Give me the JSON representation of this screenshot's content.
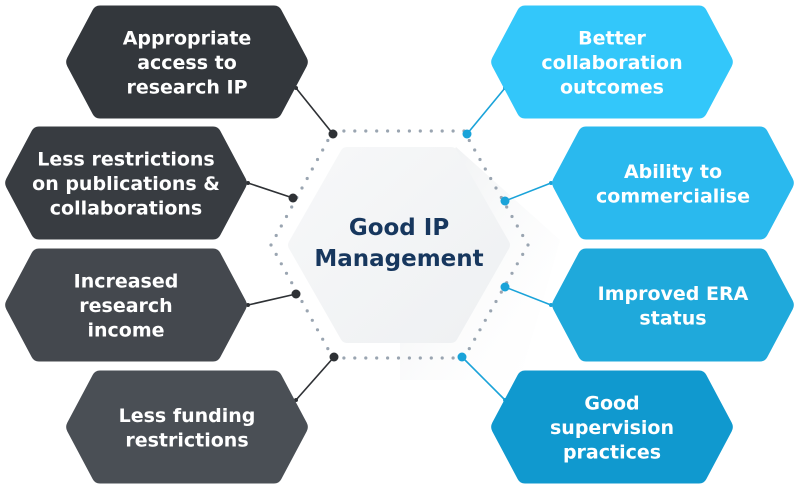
{
  "center": {
    "lines": [
      "Good IP",
      "Management"
    ],
    "text_color": "#17375e",
    "fill_color": "#f4f5f6"
  },
  "colors": {
    "connector_dark": "#2e3135",
    "connector_blue": "#1aa3d9",
    "dotted_ring": "#9aa5b1"
  },
  "left_benefits": [
    {
      "lines": [
        "Appropriate",
        "access to",
        "research IP"
      ],
      "color": "#33373c"
    },
    {
      "lines": [
        "Less restrictions",
        "on publications &",
        "collaborations"
      ],
      "color": "#383c41"
    },
    {
      "lines": [
        "Increased",
        "research",
        "income"
      ],
      "color": "#44484e"
    },
    {
      "lines": [
        "Less funding",
        "restrictions"
      ],
      "color": "#4a4f55"
    }
  ],
  "right_benefits": [
    {
      "lines": [
        "Better",
        "collaboration",
        "outcomes"
      ],
      "color": "#33c7fa"
    },
    {
      "lines": [
        "Ability to",
        "commercialise"
      ],
      "color": "#2ab9ee"
    },
    {
      "lines": [
        "Improved ERA",
        "status"
      ],
      "color": "#1fa9db"
    },
    {
      "lines": [
        "Good",
        "supervision",
        "practices"
      ],
      "color": "#1099cf"
    }
  ]
}
